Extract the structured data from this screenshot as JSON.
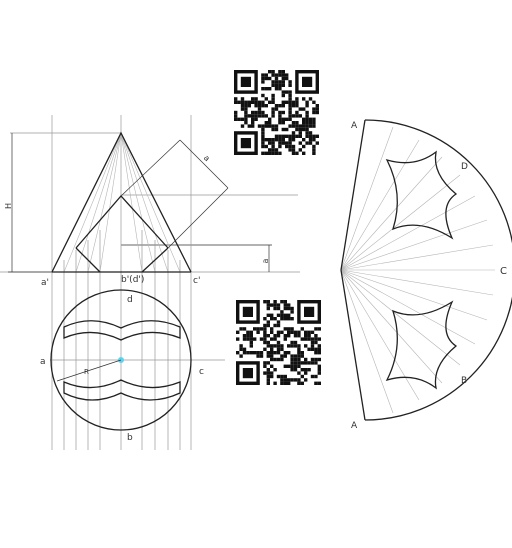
{
  "front_view": {
    "height_dim_label": "H",
    "lower_dim_label": "a",
    "slant_dim_label": "a",
    "point_labels": {
      "left_base": "a'",
      "center_base": "b'(d')",
      "right_base": "c'"
    }
  },
  "top_view": {
    "labels": {
      "top": "d",
      "left": "a",
      "right": "c",
      "bottom": "b",
      "radius": "R"
    }
  },
  "development": {
    "labels": {
      "top": "A",
      "d": "D",
      "c": "C",
      "b": "B",
      "bottom": "A"
    }
  },
  "qr_codes": [
    {
      "name": "qr-code-top",
      "pattern": "qr"
    },
    {
      "name": "qr-code-bottom",
      "pattern": "qr"
    }
  ]
}
